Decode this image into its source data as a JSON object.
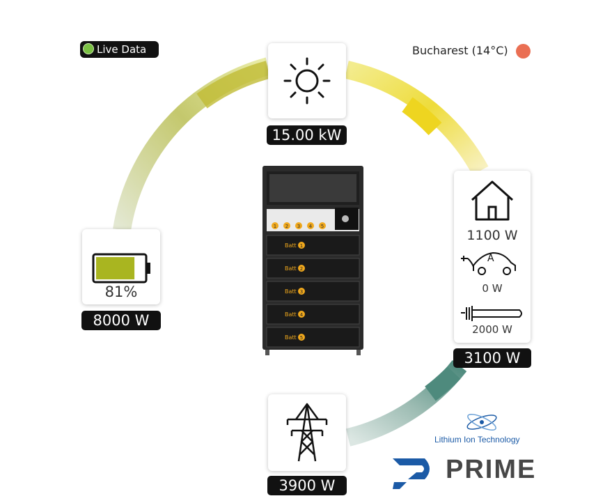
{
  "status": {
    "live_label": "Live Data"
  },
  "weather": {
    "location": "Bucharest (14°C)",
    "dot_color": "#ea6f53"
  },
  "solar": {
    "icon": "sun-icon",
    "power": "15.00 kW"
  },
  "battery": {
    "icon": "battery-icon",
    "charge": "81%",
    "charge_level": 0.81,
    "power": "8000 W",
    "fill_color": "#a9b520"
  },
  "consumption": {
    "total": "3100 W",
    "house": {
      "icon": "house-icon",
      "power": "1100 W"
    },
    "ev": {
      "icon": "ev-car-icon",
      "badge": "A",
      "power": "0 W"
    },
    "heater": {
      "icon": "heating-element-icon",
      "power": "2000 W"
    }
  },
  "grid": {
    "icon": "power-tower-icon",
    "power": "3900 W"
  },
  "system": {
    "modules": [
      "1",
      "2",
      "3",
      "4",
      "5"
    ],
    "batt_label": "Batt"
  },
  "brand": {
    "tagline": "Lithium Ion Technology",
    "name": "PRIME"
  },
  "colors": {
    "solar": "#f1d921",
    "battery": "#a9b520",
    "grid": "#5d9086"
  }
}
